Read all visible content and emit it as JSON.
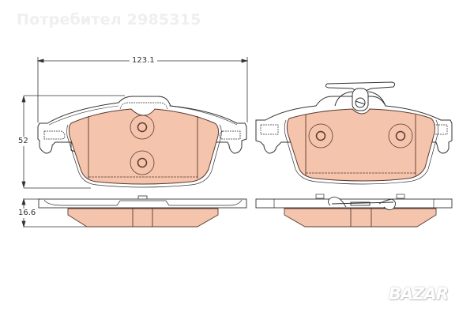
{
  "watermark": {
    "text": "Потребител 2985315"
  },
  "dimensions": {
    "width": {
      "value": "123.1"
    },
    "height": {
      "value": "52"
    },
    "thickness": {
      "value": "16.6"
    }
  },
  "views": [
    {
      "name": "inner-pad-front",
      "holes": 2,
      "hole_layout": "vertical"
    },
    {
      "name": "outer-pad-front",
      "holes": 2,
      "hole_layout": "horizontal",
      "has_spring_clip": true
    },
    {
      "name": "inner-pad-side"
    },
    {
      "name": "outer-pad-side",
      "has_spring_clip": true
    }
  ],
  "colors": {
    "friction_material": "#f5c4ac",
    "outline": "#5a3a30",
    "backing_plate": "#ffffff",
    "line": "#333333"
  },
  "logo": {
    "text": "BAZAR"
  }
}
